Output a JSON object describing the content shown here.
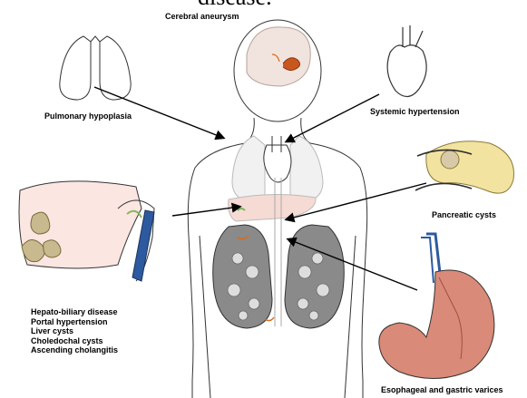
{
  "title_fragment": "disease.",
  "labels": {
    "cerebral": "Cerebral aneurysm",
    "pulmonary": "Pulmonary hypoplasia",
    "systemic": "Systemic hypertension",
    "pancreatic": "Pancreatic cysts",
    "esophageal": "Esophageal and gastric varices"
  },
  "liver_conditions": [
    "Hepato-biliary disease",
    "Portal hypertension",
    "Liver cysts",
    "Choledochal cysts",
    "Ascending cholangitis"
  ],
  "colors": {
    "kidney_fill": "#8a8a8a",
    "liver_fill": "#fbe6e2",
    "cyst_fill": "#c9b98f",
    "vessel_blue": "#2d5a9e",
    "vessel_orange": "#d96a1a",
    "pancreas_fill": "#f3e3a0",
    "stomach_fill": "#d98a78"
  }
}
